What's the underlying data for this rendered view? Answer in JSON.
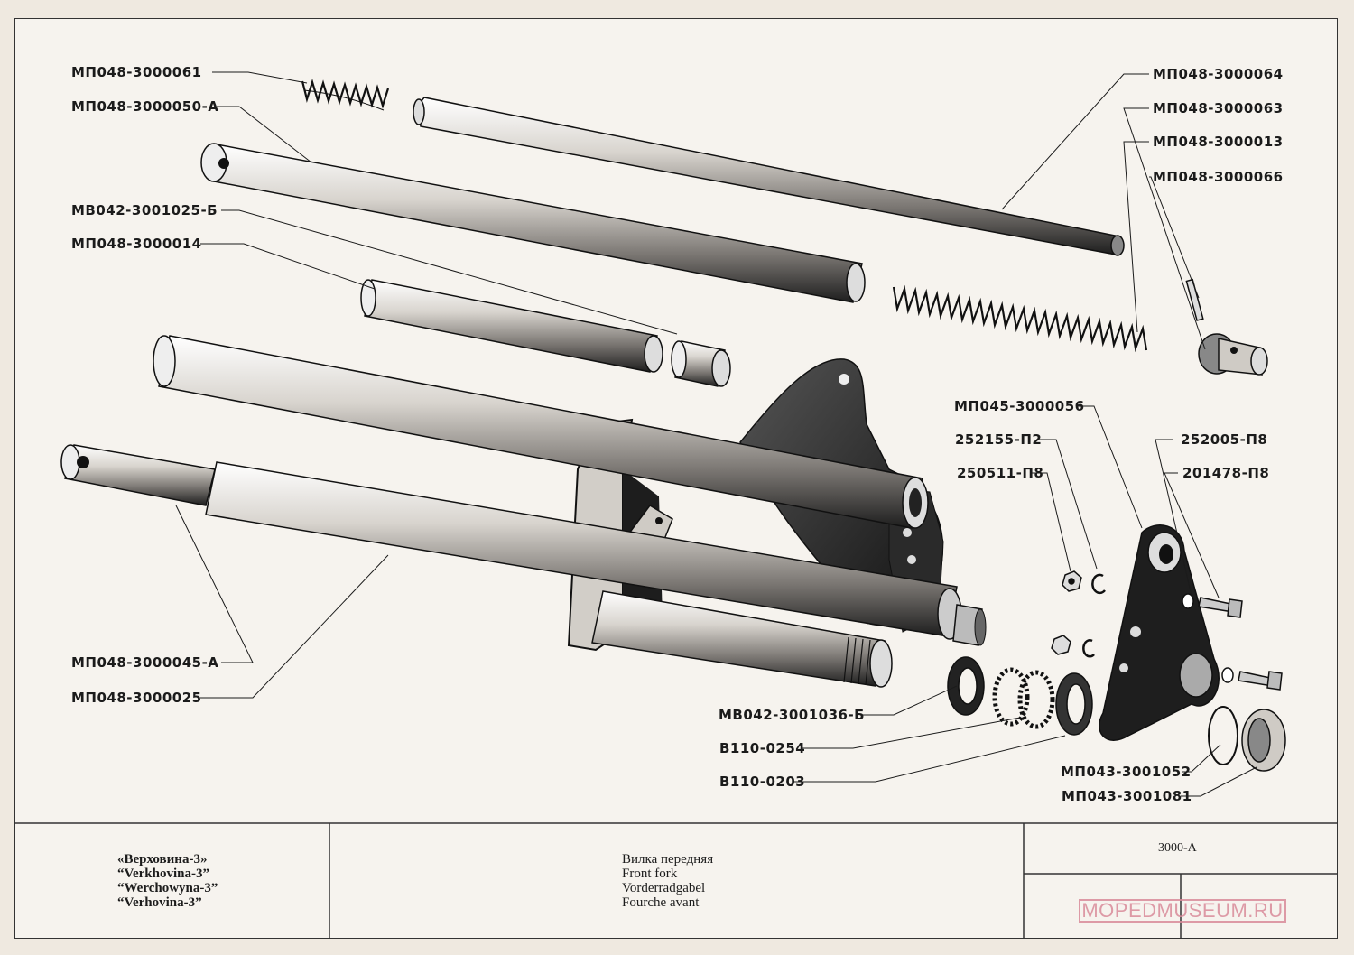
{
  "labels_left": [
    "МП048-3000061",
    "МП048-3000050-А",
    "МВ042-3001025-Б",
    "МП048-3000014",
    "МП048-3000045-А",
    "МП048-3000025"
  ],
  "labels_right_top": [
    "МП048-3000064",
    "МП048-3000063",
    "МП048-3000013",
    "МП048-3000066"
  ],
  "labels_mid": [
    "МП045-3000056",
    "252155-П2",
    "250511-П8",
    "252005-П8",
    "201478-П8"
  ],
  "labels_bottom": [
    "МВ042-3001036-Б",
    "В110-0254",
    "В110-0203",
    "МП043-3001052",
    "МП043-3001081"
  ],
  "title_block": {
    "model_names": [
      "«Верховина-3»",
      "“Verkhovina-3”",
      "“Werchowyna-3”",
      "“Verhovina-3”"
    ],
    "part_names": [
      "Вилка передняя",
      "Front fork",
      "Vorderradgabel",
      "Fourche avant"
    ],
    "document_number": "3000-А"
  },
  "watermark": "MOPEDMUSEUM.RU"
}
